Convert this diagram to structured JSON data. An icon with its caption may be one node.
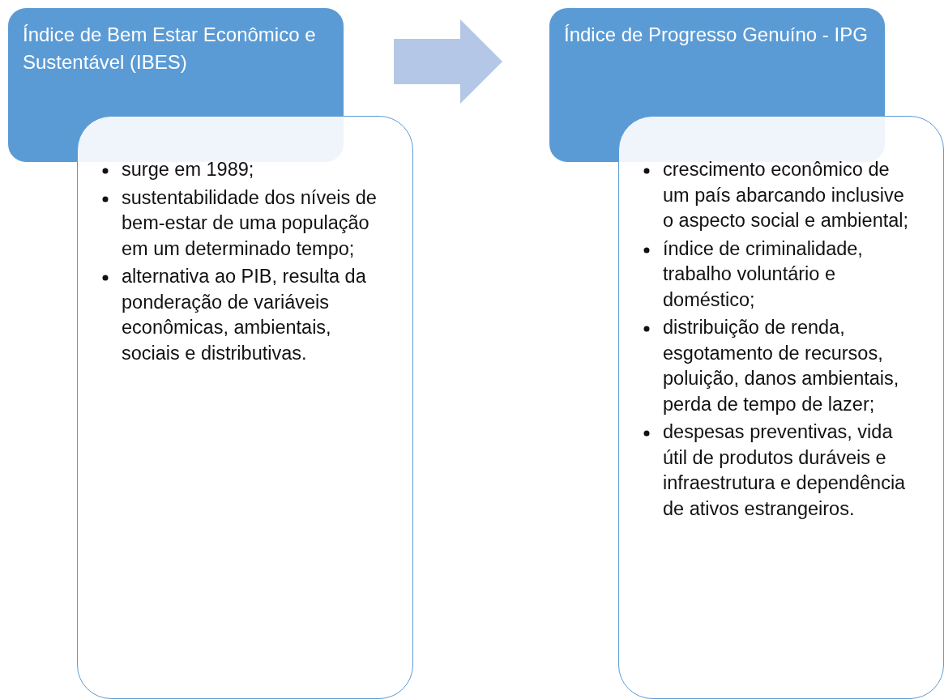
{
  "diagram": {
    "nodes": [
      {
        "text": [
          "Índice de Bem Estar Econômico e Sustentável (IBES)"
        ]
      },
      {
        "text": [
          "surge em 1989;",
          "sustentabilidade dos níveis de bem-estar de uma população em um determinado tempo;",
          "alternativa ao PIB, resulta da ponderação de variáveis econômicas, ambientais, sociais e distributivas."
        ]
      },
      {
        "text": [
          "Índice de Progresso Genuíno - IPG"
        ]
      },
      {
        "text": [
          "crescimento econômico de um país abarcando inclusive o aspecto social e ambiental;",
          "índice de criminalidade, trabalho voluntário e doméstico;",
          "distribuição de renda, esgotamento de recursos, poluição, danos ambientais, perda de tempo de lazer;",
          "despesas preventivas, vida útil de produtos duráveis e infraestrutura e dependência de ativos estrangeiros."
        ]
      }
    ],
    "edges": [
      {
        "from": 0,
        "to": 2,
        "arrow": "to",
        "style": "thick",
        "color": "#b4c7e7"
      }
    ]
  }
}
